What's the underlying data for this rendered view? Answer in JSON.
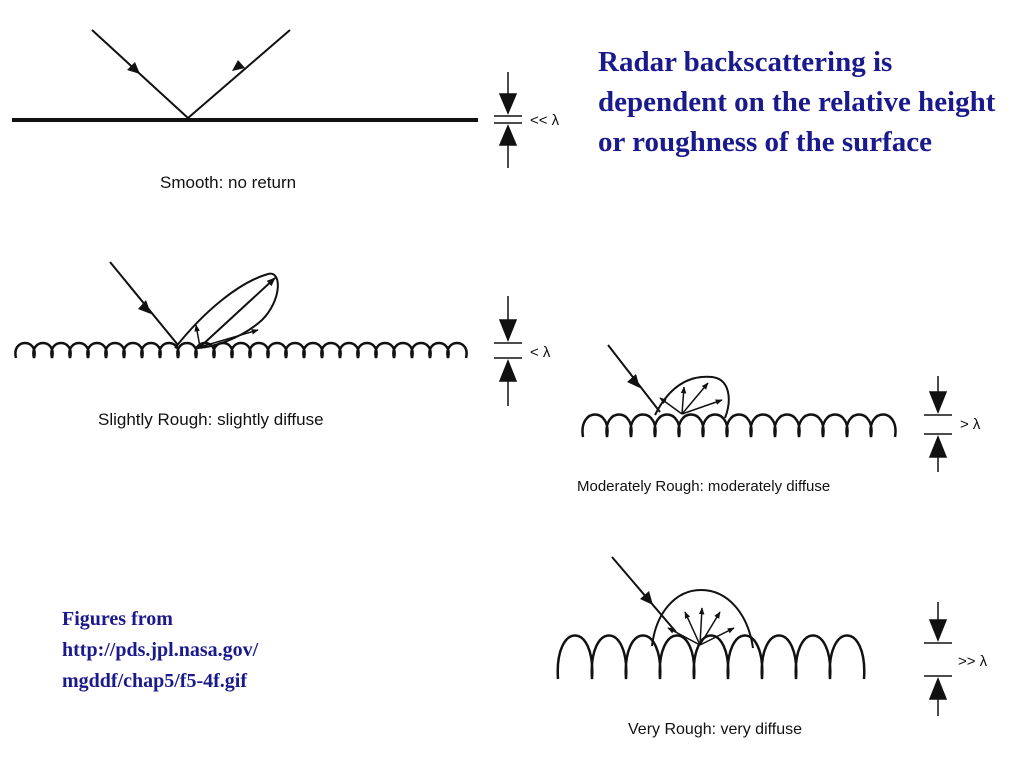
{
  "heading": "Radar backscattering is dependent on the relative height or roughness of the surface",
  "credit": {
    "line1": "Figures from",
    "line2": "http://pds.jpl.nasa.gov/",
    "line3": "mgddf/chap5/f5-4f.gif"
  },
  "panels": {
    "smooth": {
      "caption": "Smooth:  no return",
      "scale": "<< λ"
    },
    "slightly_rough": {
      "caption": "Slightly Rough:  slightly diffuse",
      "scale": "< λ"
    },
    "moderately_rough": {
      "caption": "Moderately Rough:  moderately diffuse",
      "scale": "> λ"
    },
    "very_rough": {
      "caption": "Very Rough:  very diffuse",
      "scale": ">> λ"
    }
  },
  "colors": {
    "text_accent": "#1a1a8c",
    "ink": "#111111"
  }
}
